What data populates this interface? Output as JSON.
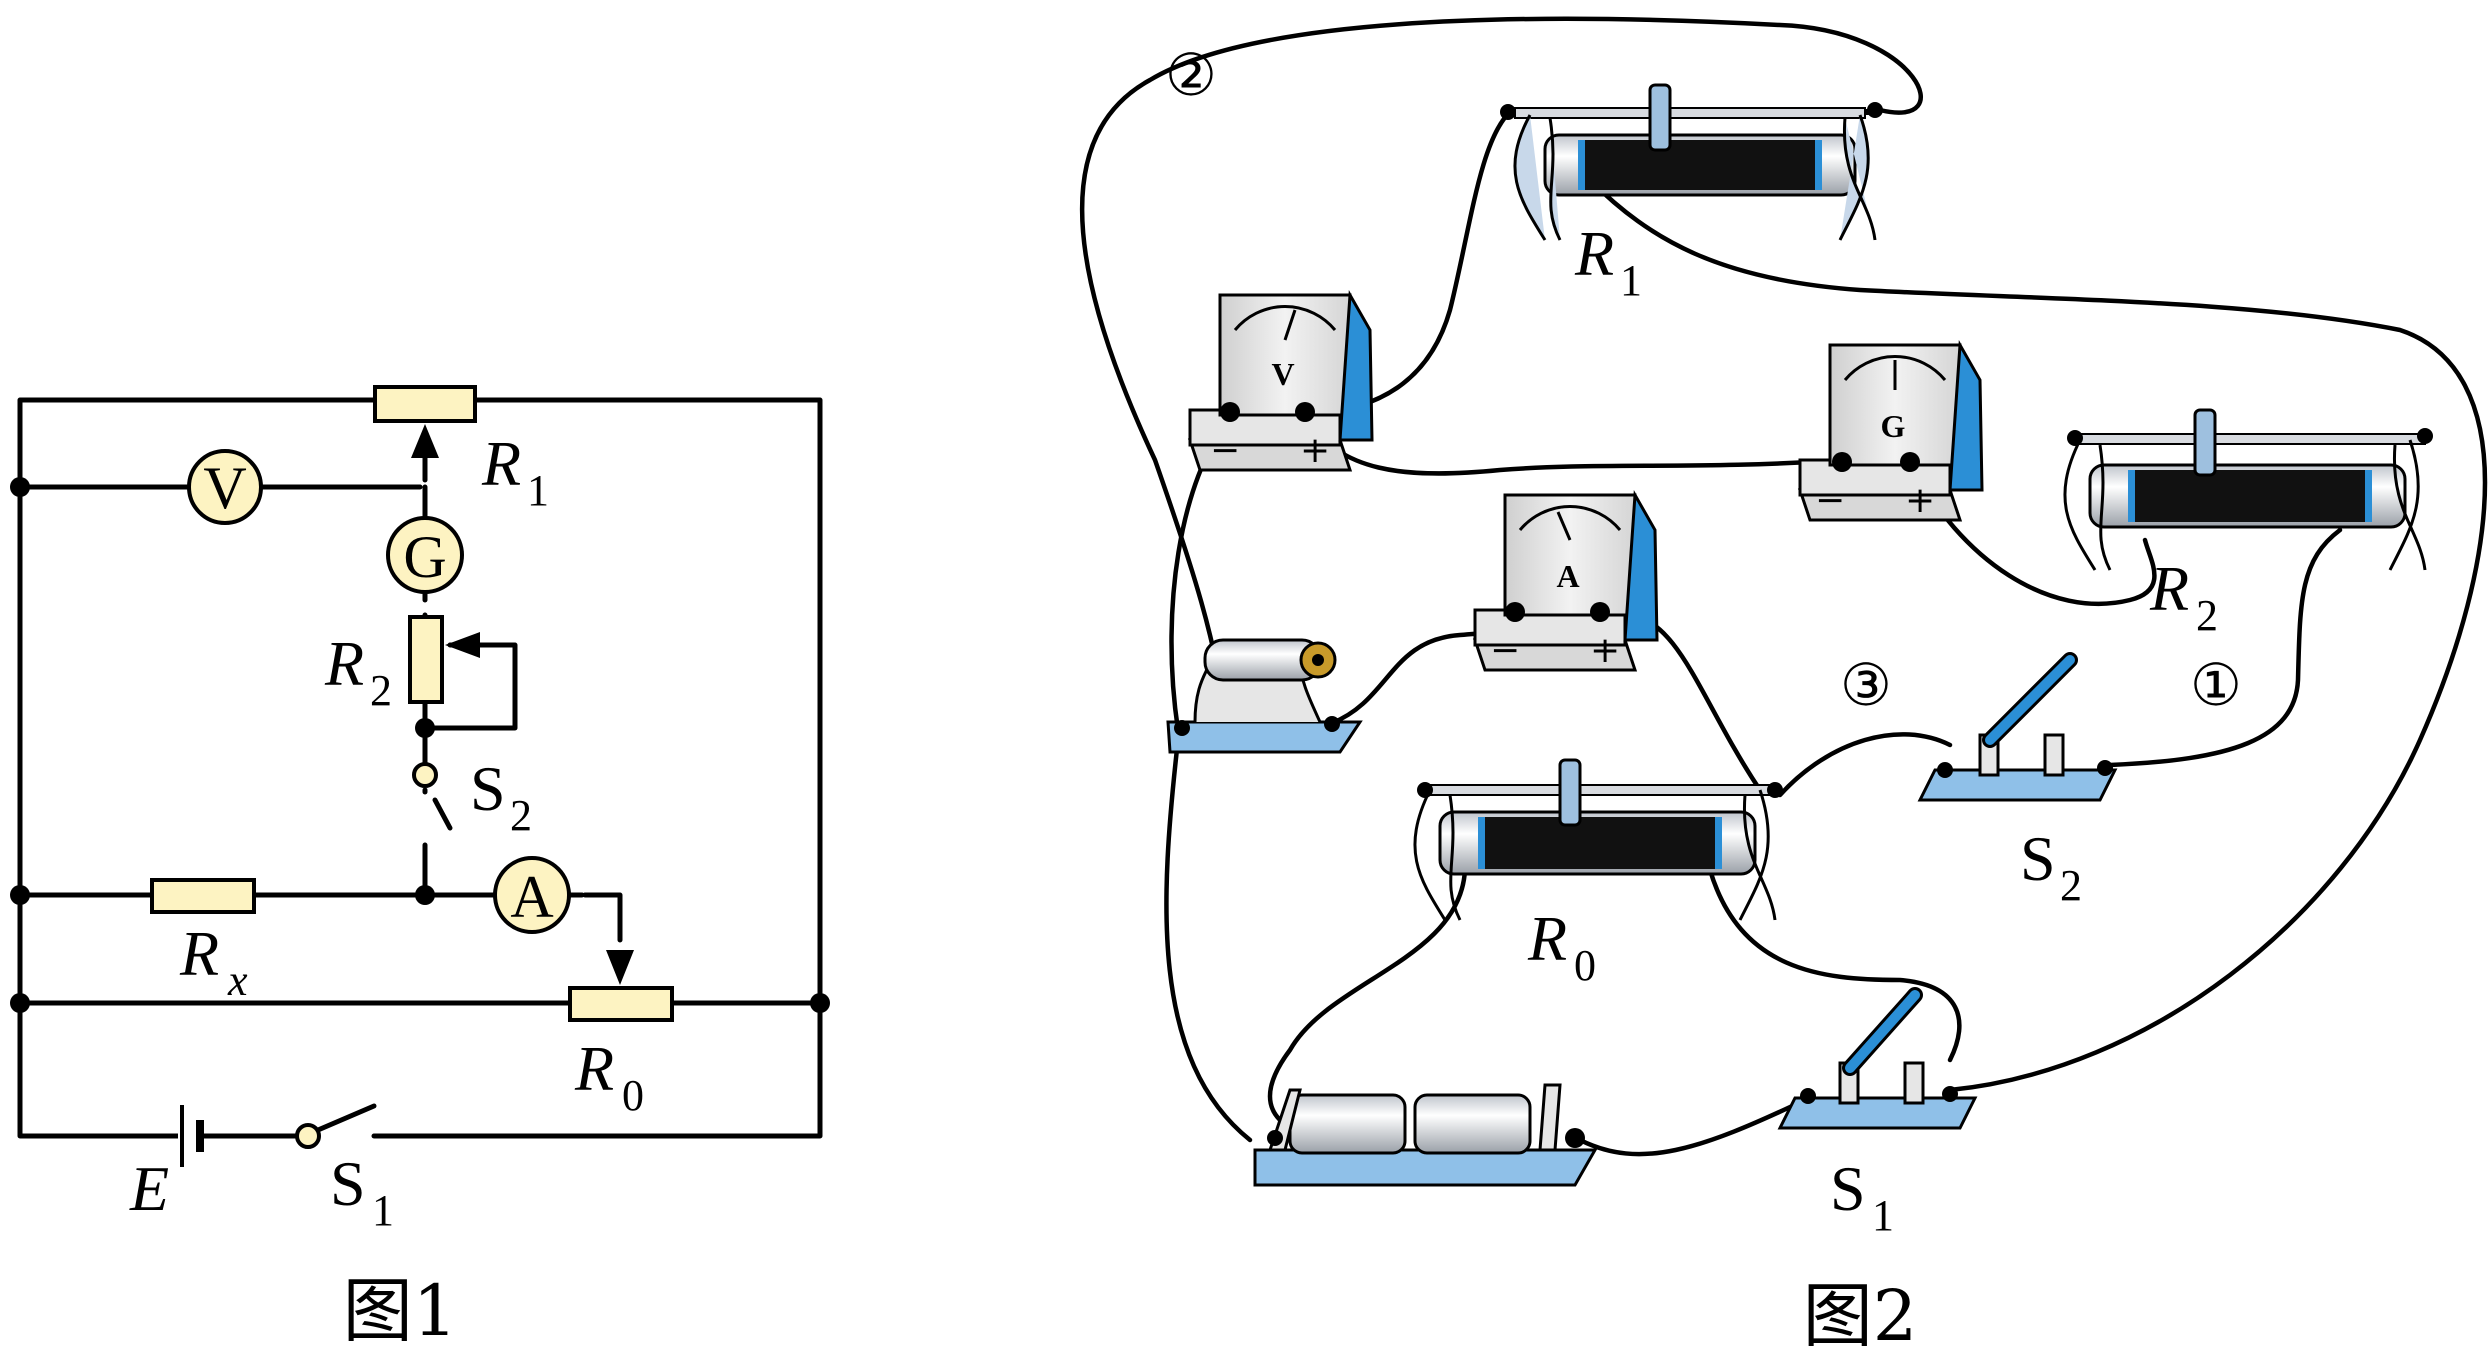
{
  "figure1": {
    "caption": "图1",
    "labels": {
      "R1": "R",
      "R1_sub": "1",
      "R2": "R",
      "R2_sub": "2",
      "Rx": "R",
      "Rx_sub": "x",
      "R0": "R",
      "R0_sub": "0",
      "S2": "S",
      "S2_sub": "2",
      "S1": "S",
      "S1_sub": "1",
      "E": "E"
    },
    "meters": {
      "voltmeter": "V",
      "galvanometer": "G",
      "ammeter": "A"
    }
  },
  "figure2": {
    "caption": "图2",
    "labels": {
      "R1": "R",
      "R1_sub": "1",
      "R2": "R",
      "R2_sub": "2",
      "R0": "R",
      "R0_sub": "0",
      "S2": "S",
      "S2_sub": "2",
      "S1": "S",
      "S1_sub": "1"
    },
    "meters": {
      "voltmeter": "V",
      "galvanometer": "G",
      "ammeter": "A"
    },
    "terminal_signs": {
      "minus": "−",
      "plus": "+"
    },
    "wire_markers": [
      "①",
      "②",
      "③"
    ]
  },
  "colors": {
    "component_fill": "#fdf3c2",
    "meter_blue": "#2b8fd6",
    "meter_gray": "#e6e6e6",
    "base_blue": "#8fc0e8"
  }
}
